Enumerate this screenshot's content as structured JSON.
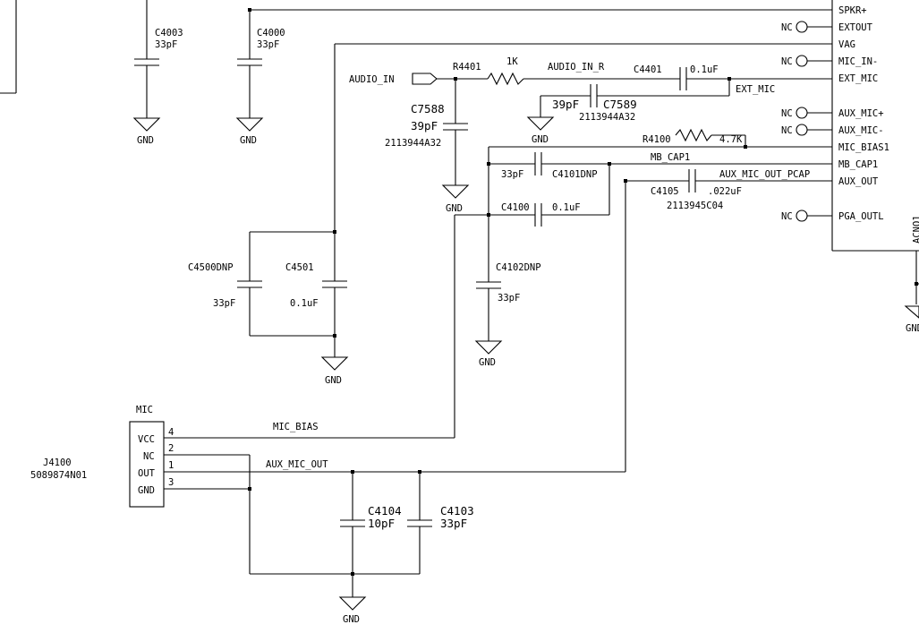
{
  "pins": {
    "spkr_plus": "SPKR+",
    "extout": "EXTOUT",
    "vag": "VAG",
    "mic_in_minus": "MIC_IN-",
    "ext_mic": "EXT_MIC",
    "aux_mic_plus": "AUX_MIC+",
    "aux_mic_minus": "AUX_MIC-",
    "mic_bias1": "MIC_BIAS1",
    "mb_cap1": "MB_CAP1",
    "aux_out": "AUX_OUT",
    "pga_outl": "PGA_OUTL",
    "nc": "NC"
  },
  "chip_partial_label": "ACNO1",
  "nets": {
    "audio_in": "AUDIO_IN",
    "audio_in_r": "AUDIO_IN_R",
    "ext_mic": "EXT_MIC",
    "mb_cap1": "MB_CAP1",
    "aux_mic_out_pcap": "AUX_MIC_OUT_PCAP",
    "mic_bias": "MIC_BIAS",
    "aux_mic_out": "AUX_MIC_OUT",
    "gnd": "GND"
  },
  "components": {
    "c4003": {
      "ref": "C4003",
      "value": "33pF"
    },
    "c4000": {
      "ref": "C4000",
      "value": "33pF"
    },
    "r4401": {
      "ref": "R4401",
      "value": "1K"
    },
    "c4401": {
      "ref": "C4401",
      "value": "0.1uF"
    },
    "c7588": {
      "ref": "C7588",
      "value": "39pF",
      "part": "2113944A32"
    },
    "c7589": {
      "ref": "C7589",
      "value": "39pF",
      "part": "2113944A32"
    },
    "r4100": {
      "ref": "R4100",
      "value": "4.7K"
    },
    "c4101": {
      "ref": "C4101DNP",
      "value": "33pF"
    },
    "c4105": {
      "ref": "C4105",
      "value": ".022uF",
      "part": "2113945C04"
    },
    "c4100": {
      "ref": "C4100",
      "value": "0.1uF"
    },
    "c4500": {
      "ref": "C4500DNP",
      "value": "33pF"
    },
    "c4501": {
      "ref": "C4501",
      "value": "0.1uF"
    },
    "c4102": {
      "ref": "C4102DNP",
      "value": "33pF"
    },
    "c4104": {
      "ref": "C4104",
      "value": "10pF"
    },
    "c4103": {
      "ref": "C4103",
      "value": "33pF"
    }
  },
  "connector": {
    "title": "MIC",
    "ref": "J4100",
    "part": "5089874N01",
    "pins": [
      {
        "num": "4",
        "name": "VCC"
      },
      {
        "num": "2",
        "name": "NC"
      },
      {
        "num": "1",
        "name": "OUT"
      },
      {
        "num": "3",
        "name": "GND"
      }
    ]
  }
}
